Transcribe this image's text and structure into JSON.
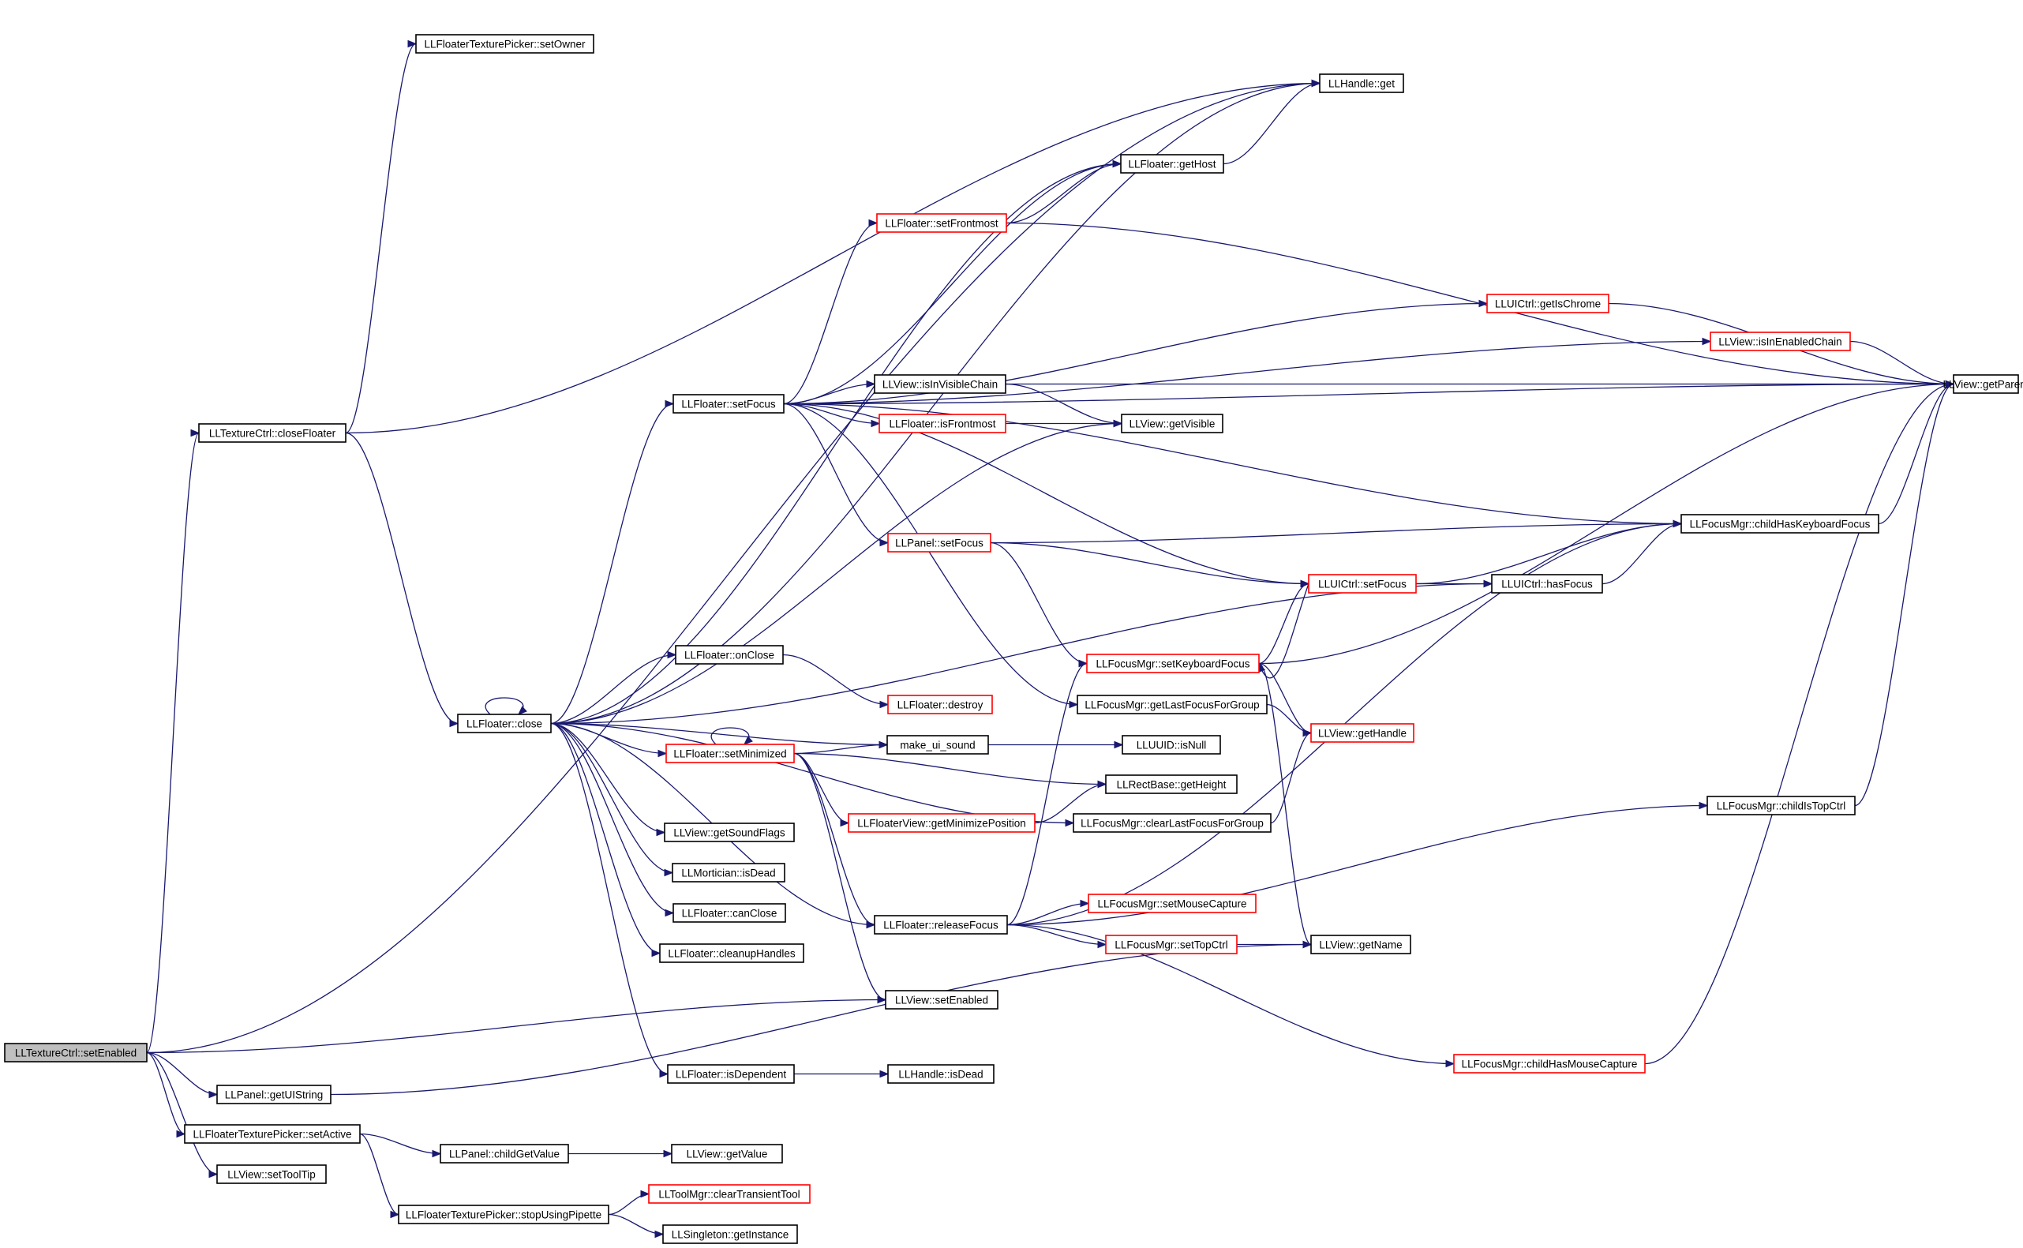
{
  "colors": {
    "edge": "#191970",
    "border_normal": "#000000",
    "border_truncated": "#ff0000",
    "fill_root": "#bfbfbf",
    "fill_normal": "#ffffff"
  },
  "nodes": [
    {
      "id": "setEnabled_root",
      "label": "LLTextureCtrl::setEnabled",
      "style": "root"
    },
    {
      "id": "closeFloater",
      "label": "LLTextureCtrl::closeFloater",
      "style": "normal"
    },
    {
      "id": "setOwner",
      "label": "LLFloaterTexturePicker::setOwner",
      "style": "normal"
    },
    {
      "id": "handleGet",
      "label": "LLHandle::get",
      "style": "normal"
    },
    {
      "id": "getHost",
      "label": "LLFloater::getHost",
      "style": "normal"
    },
    {
      "id": "setFrontmost",
      "label": "LLFloater::setFrontmost",
      "style": "truncated"
    },
    {
      "id": "getIsChrome",
      "label": "LLUICtrl::getIsChrome",
      "style": "truncated"
    },
    {
      "id": "isInEnabledChain",
      "label": "LLView::isInEnabledChain",
      "style": "truncated"
    },
    {
      "id": "getParent",
      "label": "LLView::getParent",
      "style": "normal"
    },
    {
      "id": "floaterSetFocus",
      "label": "LLFloater::setFocus",
      "style": "normal"
    },
    {
      "id": "isInVisibleChain",
      "label": "LLView::isInVisibleChain",
      "style": "normal"
    },
    {
      "id": "isFrontmost",
      "label": "LLFloater::isFrontmost",
      "style": "truncated"
    },
    {
      "id": "getVisible",
      "label": "LLView::getVisible",
      "style": "normal"
    },
    {
      "id": "childHasKeyboardFocus",
      "label": "LLFocusMgr::childHasKeyboardFocus",
      "style": "normal"
    },
    {
      "id": "panelSetFocus",
      "label": "LLPanel::setFocus",
      "style": "truncated"
    },
    {
      "id": "uictrlSetFocus",
      "label": "LLUICtrl::setFocus",
      "style": "truncated"
    },
    {
      "id": "hasFocus",
      "label": "LLUICtrl::hasFocus",
      "style": "normal"
    },
    {
      "id": "onClose",
      "label": "LLFloater::onClose",
      "style": "normal"
    },
    {
      "id": "setKeyboardFocus",
      "label": "LLFocusMgr::setKeyboardFocus",
      "style": "truncated"
    },
    {
      "id": "destroy",
      "label": "LLFloater::destroy",
      "style": "truncated"
    },
    {
      "id": "getLastFocusForGroup",
      "label": "LLFocusMgr::getLastFocusForGroup",
      "style": "normal"
    },
    {
      "id": "getHandle",
      "label": "LLView::getHandle",
      "style": "truncated"
    },
    {
      "id": "floaterClose",
      "label": "LLFloater::close",
      "style": "normal"
    },
    {
      "id": "setMinimized",
      "label": "LLFloater::setMinimized",
      "style": "truncated"
    },
    {
      "id": "makeUiSound",
      "label": "make_ui_sound",
      "style": "normal"
    },
    {
      "id": "isNull",
      "label": "LLUUID::isNull",
      "style": "normal"
    },
    {
      "id": "getHeight",
      "label": "LLRectBase::getHeight",
      "style": "normal"
    },
    {
      "id": "getMinimizePosition",
      "label": "LLFloaterView::getMinimizePosition",
      "style": "truncated"
    },
    {
      "id": "clearLastFocusForGroup",
      "label": "LLFocusMgr::clearLastFocusForGroup",
      "style": "normal"
    },
    {
      "id": "childIsTopCtrl",
      "label": "LLFocusMgr::childIsTopCtrl",
      "style": "normal"
    },
    {
      "id": "getSoundFlags",
      "label": "LLView::getSoundFlags",
      "style": "normal"
    },
    {
      "id": "morticianIsDead",
      "label": "LLMortician::isDead",
      "style": "normal"
    },
    {
      "id": "setMouseCapture",
      "label": "LLFocusMgr::setMouseCapture",
      "style": "truncated"
    },
    {
      "id": "canClose",
      "label": "LLFloater::canClose",
      "style": "normal"
    },
    {
      "id": "releaseFocus",
      "label": "LLFloater::releaseFocus",
      "style": "normal"
    },
    {
      "id": "setTopCtrl",
      "label": "LLFocusMgr::setTopCtrl",
      "style": "truncated"
    },
    {
      "id": "getName",
      "label": "LLView::getName",
      "style": "normal"
    },
    {
      "id": "cleanupHandles",
      "label": "LLFloater::cleanupHandles",
      "style": "normal"
    },
    {
      "id": "viewSetEnabled",
      "label": "LLView::setEnabled",
      "style": "normal"
    },
    {
      "id": "childHasMouseCapture",
      "label": "LLFocusMgr::childHasMouseCapture",
      "style": "truncated"
    },
    {
      "id": "isDependent",
      "label": "LLFloater::isDependent",
      "style": "normal"
    },
    {
      "id": "handleIsDead",
      "label": "LLHandle::isDead",
      "style": "normal"
    },
    {
      "id": "getUIString",
      "label": "LLPanel::getUIString",
      "style": "normal"
    },
    {
      "id": "setActive",
      "label": "LLFloaterTexturePicker::setActive",
      "style": "normal"
    },
    {
      "id": "childGetValue",
      "label": "LLPanel::childGetValue",
      "style": "normal"
    },
    {
      "id": "getValue",
      "label": "LLView::getValue",
      "style": "normal"
    },
    {
      "id": "setToolTip",
      "label": "LLView::setToolTip",
      "style": "normal"
    },
    {
      "id": "clearTransientTool",
      "label": "LLToolMgr::clearTransientTool",
      "style": "truncated"
    },
    {
      "id": "stopUsingPipette",
      "label": "LLFloaterTexturePicker::stopUsingPipette",
      "style": "normal"
    },
    {
      "id": "getInstance",
      "label": "LLSingleton::getInstance",
      "style": "normal"
    }
  ],
  "edges": [
    [
      "setEnabled_root",
      "closeFloater"
    ],
    [
      "setEnabled_root",
      "handleGet"
    ],
    [
      "setEnabled_root",
      "viewSetEnabled"
    ],
    [
      "setEnabled_root",
      "getUIString"
    ],
    [
      "setEnabled_root",
      "setActive"
    ],
    [
      "setEnabled_root",
      "setToolTip"
    ],
    [
      "closeFloater",
      "setOwner"
    ],
    [
      "closeFloater",
      "handleGet"
    ],
    [
      "closeFloater",
      "floaterClose"
    ],
    [
      "getHost",
      "handleGet"
    ],
    [
      "setFrontmost",
      "getHost"
    ],
    [
      "setFrontmost",
      "getParent"
    ],
    [
      "getIsChrome",
      "getParent"
    ],
    [
      "isInEnabledChain",
      "getParent"
    ],
    [
      "floaterSetFocus",
      "getHost"
    ],
    [
      "floaterSetFocus",
      "setFrontmost"
    ],
    [
      "floaterSetFocus",
      "getParent"
    ],
    [
      "floaterSetFocus",
      "getIsChrome"
    ],
    [
      "floaterSetFocus",
      "isInEnabledChain"
    ],
    [
      "floaterSetFocus",
      "isInVisibleChain"
    ],
    [
      "floaterSetFocus",
      "isFrontmost"
    ],
    [
      "floaterSetFocus",
      "childHasKeyboardFocus"
    ],
    [
      "floaterSetFocus",
      "panelSetFocus"
    ],
    [
      "floaterSetFocus",
      "uictrlSetFocus"
    ],
    [
      "floaterSetFocus",
      "getLastFocusForGroup"
    ],
    [
      "isInVisibleChain",
      "getParent"
    ],
    [
      "isInVisibleChain",
      "getVisible"
    ],
    [
      "isFrontmost",
      "getVisible"
    ],
    [
      "childHasKeyboardFocus",
      "getParent"
    ],
    [
      "panelSetFocus",
      "childHasKeyboardFocus"
    ],
    [
      "panelSetFocus",
      "uictrlSetFocus"
    ],
    [
      "panelSetFocus",
      "setKeyboardFocus"
    ],
    [
      "uictrlSetFocus",
      "childHasKeyboardFocus"
    ],
    [
      "uictrlSetFocus",
      "hasFocus"
    ],
    [
      "uictrlSetFocus",
      "setKeyboardFocus"
    ],
    [
      "hasFocus",
      "childHasKeyboardFocus"
    ],
    [
      "onClose",
      "destroy"
    ],
    [
      "setKeyboardFocus",
      "uictrlSetFocus"
    ],
    [
      "setKeyboardFocus",
      "getParent"
    ],
    [
      "setKeyboardFocus",
      "getHandle"
    ],
    [
      "setKeyboardFocus",
      "getName"
    ],
    [
      "getLastFocusForGroup",
      "getHandle"
    ],
    [
      "floaterClose",
      "floaterClose"
    ],
    [
      "floaterClose",
      "handleGet"
    ],
    [
      "floaterClose",
      "getHost"
    ],
    [
      "floaterClose",
      "floaterSetFocus"
    ],
    [
      "floaterClose",
      "getVisible"
    ],
    [
      "floaterClose",
      "hasFocus"
    ],
    [
      "floaterClose",
      "onClose"
    ],
    [
      "floaterClose",
      "setMinimized"
    ],
    [
      "floaterClose",
      "makeUiSound"
    ],
    [
      "floaterClose",
      "clearLastFocusForGroup"
    ],
    [
      "floaterClose",
      "getSoundFlags"
    ],
    [
      "floaterClose",
      "morticianIsDead"
    ],
    [
      "floaterClose",
      "canClose"
    ],
    [
      "floaterClose",
      "cleanupHandles"
    ],
    [
      "floaterClose",
      "releaseFocus"
    ],
    [
      "floaterClose",
      "isDependent"
    ],
    [
      "setMinimized",
      "setMinimized"
    ],
    [
      "setMinimized",
      "makeUiSound"
    ],
    [
      "setMinimized",
      "getHeight"
    ],
    [
      "setMinimized",
      "getMinimizePosition"
    ],
    [
      "setMinimized",
      "releaseFocus"
    ],
    [
      "setMinimized",
      "viewSetEnabled"
    ],
    [
      "makeUiSound",
      "isNull"
    ],
    [
      "getMinimizePosition",
      "getHeight"
    ],
    [
      "clearLastFocusForGroup",
      "getHandle"
    ],
    [
      "childIsTopCtrl",
      "getParent"
    ],
    [
      "releaseFocus",
      "setKeyboardFocus"
    ],
    [
      "releaseFocus",
      "childHasKeyboardFocus"
    ],
    [
      "releaseFocus",
      "setMouseCapture"
    ],
    [
      "releaseFocus",
      "setTopCtrl"
    ],
    [
      "releaseFocus",
      "childIsTopCtrl"
    ],
    [
      "releaseFocus",
      "childHasMouseCapture"
    ],
    [
      "setTopCtrl",
      "getName"
    ],
    [
      "childHasMouseCapture",
      "getParent"
    ],
    [
      "isDependent",
      "handleIsDead"
    ],
    [
      "getUIString",
      "getName"
    ],
    [
      "setActive",
      "childGetValue"
    ],
    [
      "setActive",
      "stopUsingPipette"
    ],
    [
      "childGetValue",
      "getValue"
    ],
    [
      "stopUsingPipette",
      "clearTransientTool"
    ],
    [
      "stopUsingPipette",
      "getInstance"
    ]
  ]
}
